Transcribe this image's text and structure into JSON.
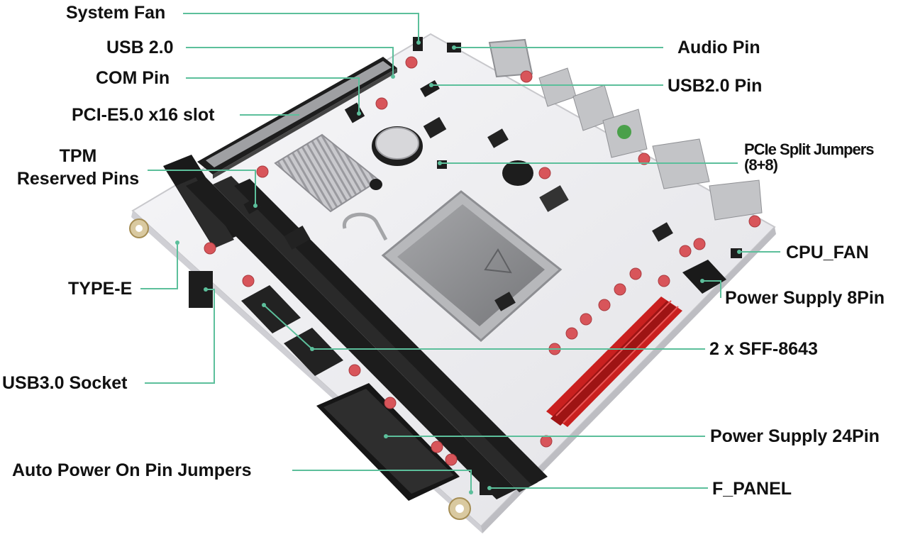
{
  "labels": {
    "system_fan": "System Fan",
    "usb20": "USB 2.0",
    "com_pin": "COM Pin",
    "pcie_slot": "PCI-E5.0 x16 slot",
    "tpm_line1": "TPM",
    "tpm_line2": "Reserved Pins",
    "type_e": "TYPE-E",
    "usb30_socket": "USB3.0 Socket",
    "auto_power": "Auto Power On Pin Jumpers",
    "audio_pin": "Audio Pin",
    "usb20_pin": "USB2.0 Pin",
    "pcie_split_line1": "PCIe Split Jumpers",
    "pcie_split_line2": "(8+8)",
    "cpu_fan": "CPU_FAN",
    "power_8pin": "Power Supply 8Pin",
    "sff8643": "2 x SFF-8643",
    "power_24pin": "Power Supply 24Pin",
    "f_panel": "F_PANEL"
  },
  "colors": {
    "leader_line": "#5cbf9b",
    "board": "#eeeef0",
    "board_edge": "#cfcfd4",
    "ram_black": "#1c1c1c",
    "ram_red": "#c9201f",
    "heatsink": "#b8b8bc",
    "socket": "#8c8d90",
    "capacitor": "#d8555a"
  }
}
